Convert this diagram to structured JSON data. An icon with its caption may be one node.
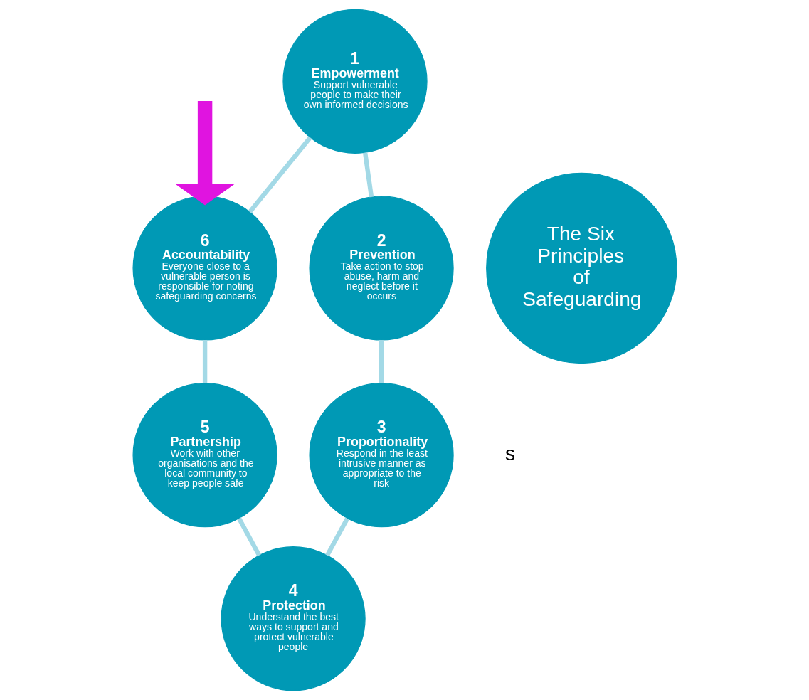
{
  "diagram": {
    "nodes": [
      {
        "text": [
          "The Six Principles of Safeguarding"
        ]
      },
      {
        "text": [
          "1",
          "Empowerment",
          "Support vulnerable people to make their own informed decisions"
        ]
      },
      {
        "text": [
          "2",
          "Prevention",
          "Take action to stop abuse, harm and neglect before it occurs"
        ]
      },
      {
        "text": [
          "3",
          "Proportionality",
          "Respond in the least intrusive manner as appropriate to the risk"
        ]
      },
      {
        "text": [
          "4",
          "Protection",
          "Understand the best ways to support and protect vulnerable people"
        ]
      },
      {
        "text": [
          "5",
          "Partnership",
          "Work with other organisations and the local community to keep people safe"
        ]
      },
      {
        "text": [
          "6",
          "Accountability",
          "Everyone close to a vulnerable person is responsible for noting safeguarding concerns"
        ]
      }
    ],
    "edges": [
      {
        "from": 1,
        "to": 2,
        "arrow": "none"
      },
      {
        "from": 2,
        "to": 3,
        "arrow": "none"
      },
      {
        "from": 3,
        "to": 4,
        "arrow": "none"
      },
      {
        "from": 4,
        "to": 5,
        "arrow": "none"
      },
      {
        "from": 5,
        "to": 6,
        "arrow": "none"
      },
      {
        "from": 6,
        "to": 1,
        "arrow": "none"
      },
      {
        "from": null,
        "to": 6,
        "arrow": "to",
        "style": "thick",
        "color": "#e014e0"
      }
    ],
    "labels": [
      "s"
    ]
  }
}
